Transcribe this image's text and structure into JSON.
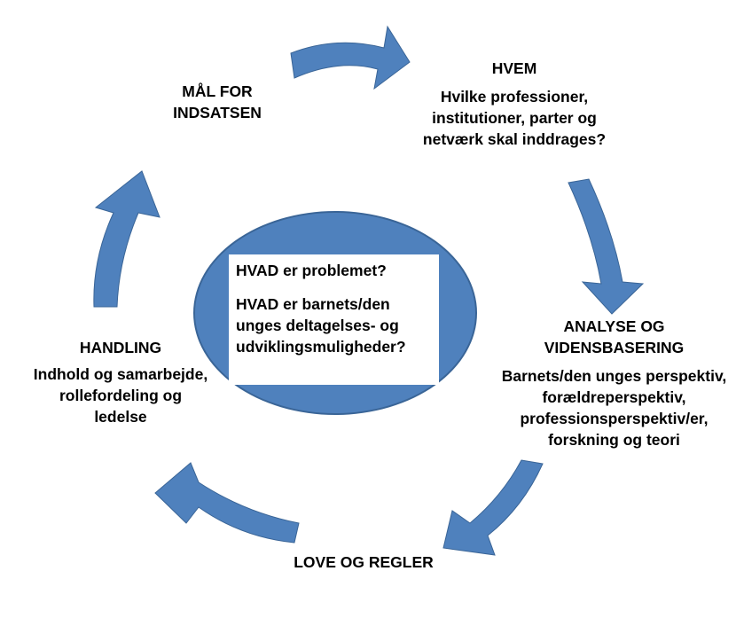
{
  "colors": {
    "arrow_fill": "#4f81bd",
    "ellipse_fill": "#4f81bd",
    "box_fill": "#ffffff"
  },
  "center": {
    "q1": "HVAD er problemet?",
    "q2_lines": [
      "HVAD er barnets/den",
      "unges deltagelses- og",
      "udviklingsmuligheder?"
    ]
  },
  "nodes": {
    "maal": {
      "title_lines": [
        "MÅL FOR",
        "INDSATSEN"
      ]
    },
    "hvem": {
      "title": "HVEM",
      "desc_lines": [
        "Hvilke professioner,",
        "institutioner, parter og",
        "netværk skal inddrages?"
      ]
    },
    "analyse": {
      "title_lines": [
        "ANALYSE OG",
        "VIDENSBASERING"
      ],
      "desc_lines": [
        "Barnets/den unges perspektiv,",
        "forældreperspektiv,",
        "professionsperspektiv/er,",
        "forskning og teori"
      ]
    },
    "love": {
      "title": "LOVE OG REGLER"
    },
    "handling": {
      "title": "HANDLING",
      "desc_lines": [
        "Indhold og samarbejde,",
        "rollefordeling og",
        "ledelse"
      ]
    }
  }
}
